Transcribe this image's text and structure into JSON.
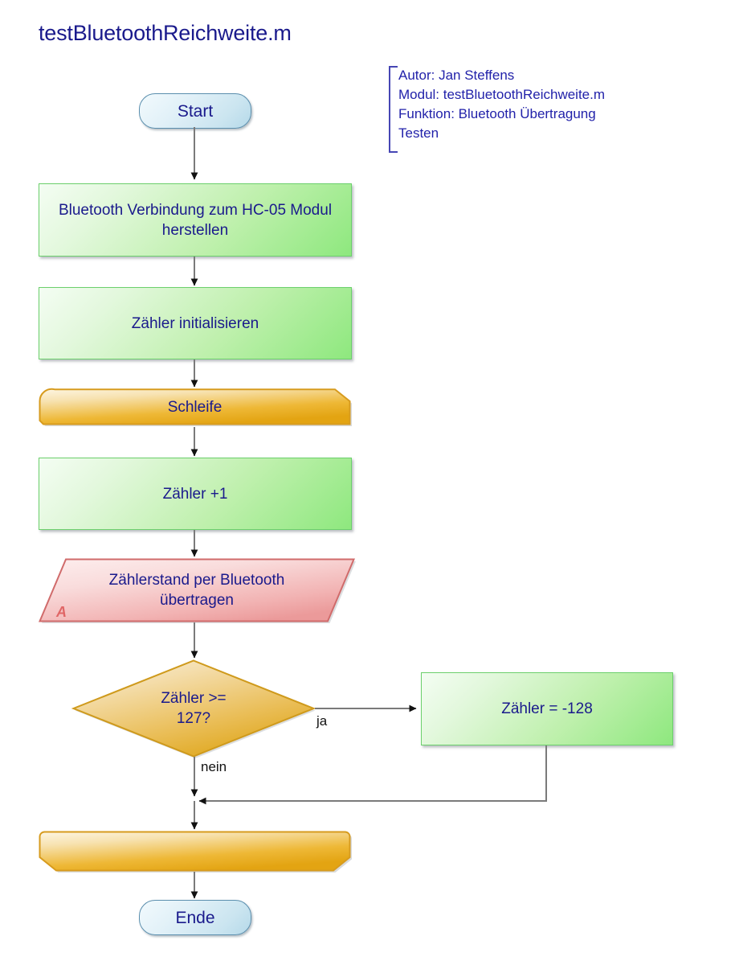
{
  "title": "testBluetoothReichweite.m",
  "note": {
    "lines": [
      "Autor: Jan Steffens",
      "Modul: testBluetoothReichweite.m",
      "Funktion: Bluetooth Übertragung",
      "Testen"
    ]
  },
  "nodes": {
    "start": {
      "label": "Start",
      "type": "terminator"
    },
    "connect": {
      "label": "Bluetooth Verbindung zum HC-05 Modul herstellen",
      "type": "process"
    },
    "init": {
      "label": "Zähler initialisieren",
      "type": "process"
    },
    "loop_start": {
      "label": "Schleife",
      "type": "loop-start"
    },
    "increment": {
      "label": "Zähler +1",
      "type": "process"
    },
    "transmit": {
      "label": "Zählerstand per Bluetooth übertragen",
      "type": "data",
      "tag": "A"
    },
    "decision": {
      "label": "Zähler >= 127?",
      "type": "decision"
    },
    "reset": {
      "label": "Zähler = -128",
      "type": "process"
    },
    "loop_end": {
      "label": "",
      "type": "loop-end"
    },
    "end": {
      "label": "Ende",
      "type": "terminator"
    }
  },
  "edges": {
    "yes_label": "ja",
    "no_label": "nein"
  },
  "colors": {
    "text_blue": "#1a1a8c",
    "note_blue": "#2222aa",
    "process_green_border": "#6cd06c",
    "process_green_fill": "#8ee87e",
    "loop_orange_border": "#d79b1e",
    "loop_orange_fill": "#edb423",
    "data_red_border": "#d06b6b",
    "data_red_fill": "#ef9e9e",
    "terminator_blue_border": "#5b8fae",
    "terminator_blue_fill": "#cbe5f0",
    "connector_gray": "#7a7a7a",
    "tag_red": "#e06666"
  }
}
